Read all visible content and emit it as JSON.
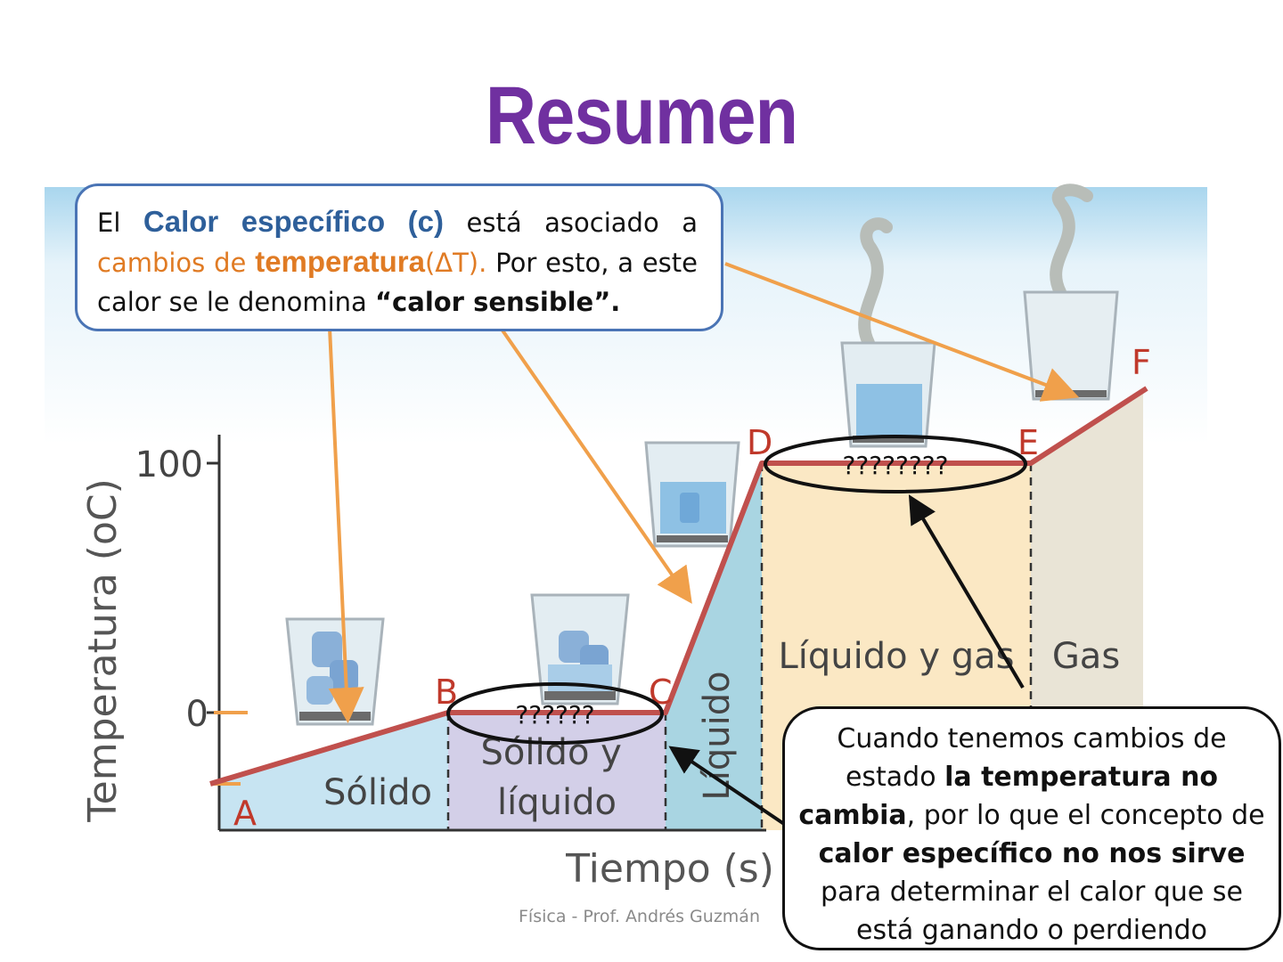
{
  "title": "Resumen",
  "callout_top": {
    "part1": "El ",
    "kw1": "Calor específico (c)",
    "part2": " está asociado a ",
    "part3": "cambios de ",
    "kw2": "temperatura",
    "part4": "(ΔT).",
    "part5": " Por esto, a este calor se le denomina ",
    "part6": "“calor sensible”."
  },
  "callout_bottom": {
    "part1": "Cuando tenemos cambios de estado ",
    "bold1": "la temperatura no cambia",
    "part2": ", por lo que el concepto de ",
    "bold2": "calor específico no nos sirve",
    "part3": " para determinar el calor que se está ganando o perdiendo"
  },
  "chart": {
    "ylabel": "Temperatura (oC)",
    "xlabel": "Tiempo (s)",
    "yticks": [
      "100",
      "0"
    ],
    "points": [
      "A",
      "B",
      "C",
      "D",
      "E",
      "F"
    ],
    "regions": [
      "Sólido",
      "Sólido y líquido",
      "Líquido",
      "Líquido y gas",
      "Gas"
    ],
    "unknown_small": "??????",
    "unknown_large": "????????"
  },
  "footer": "Física - Prof. Andrés Guzmán",
  "colors": {
    "title": "#7030a0",
    "curve": "#c0504d",
    "arrow_orange": "#f0a04b",
    "callout_border": "#4a74b5"
  }
}
